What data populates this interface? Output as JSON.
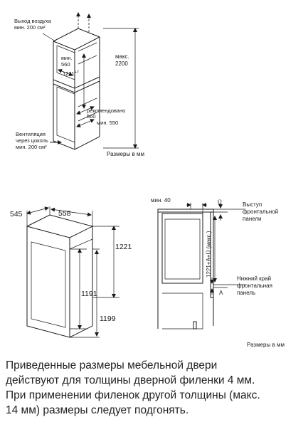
{
  "top_diagram": {
    "air_outlet_label": [
      "Выход воздуха",
      "мин. 200 см²"
    ],
    "min_560_label": [
      "мин.",
      "560"
    ],
    "height_1221": "1221",
    "height_1221_sup": "+7",
    "max_2200_label": [
      "макс.",
      "2200"
    ],
    "recommended_label": [
      "рекомендовано",
      "560"
    ],
    "min_550_label": "мин. 550",
    "ventilation_label": [
      "Вентиляция",
      "через цоколь",
      "мин. 200 см²"
    ],
    "units_label": "Размеры в мм"
  },
  "bottom_left_diagram": {
    "width_545": "545",
    "width_558": "558",
    "height_1221": "1221",
    "height_1191": "1191",
    "height_1199": "1199"
  },
  "bottom_right_diagram": {
    "min_40_label": "мин. 40",
    "marker_u": "Ü",
    "marker_a": "A",
    "vertical_dim_label": "1221+A+Ü (макс.)",
    "front_overhang_label": [
      "Выступ",
      "фронтальной",
      "панели"
    ],
    "lower_edge_label": [
      "Нижний край",
      "фронтальная",
      "панель"
    ],
    "units_label": "Размеры в мм"
  },
  "caption": [
    "Приведенные размеры мебельной двери",
    "действуют для толщины дверной филенки 4 мм.",
    "При применении филенок другой толщины (макс.",
    "14 мм) размеры следует подгонять."
  ]
}
